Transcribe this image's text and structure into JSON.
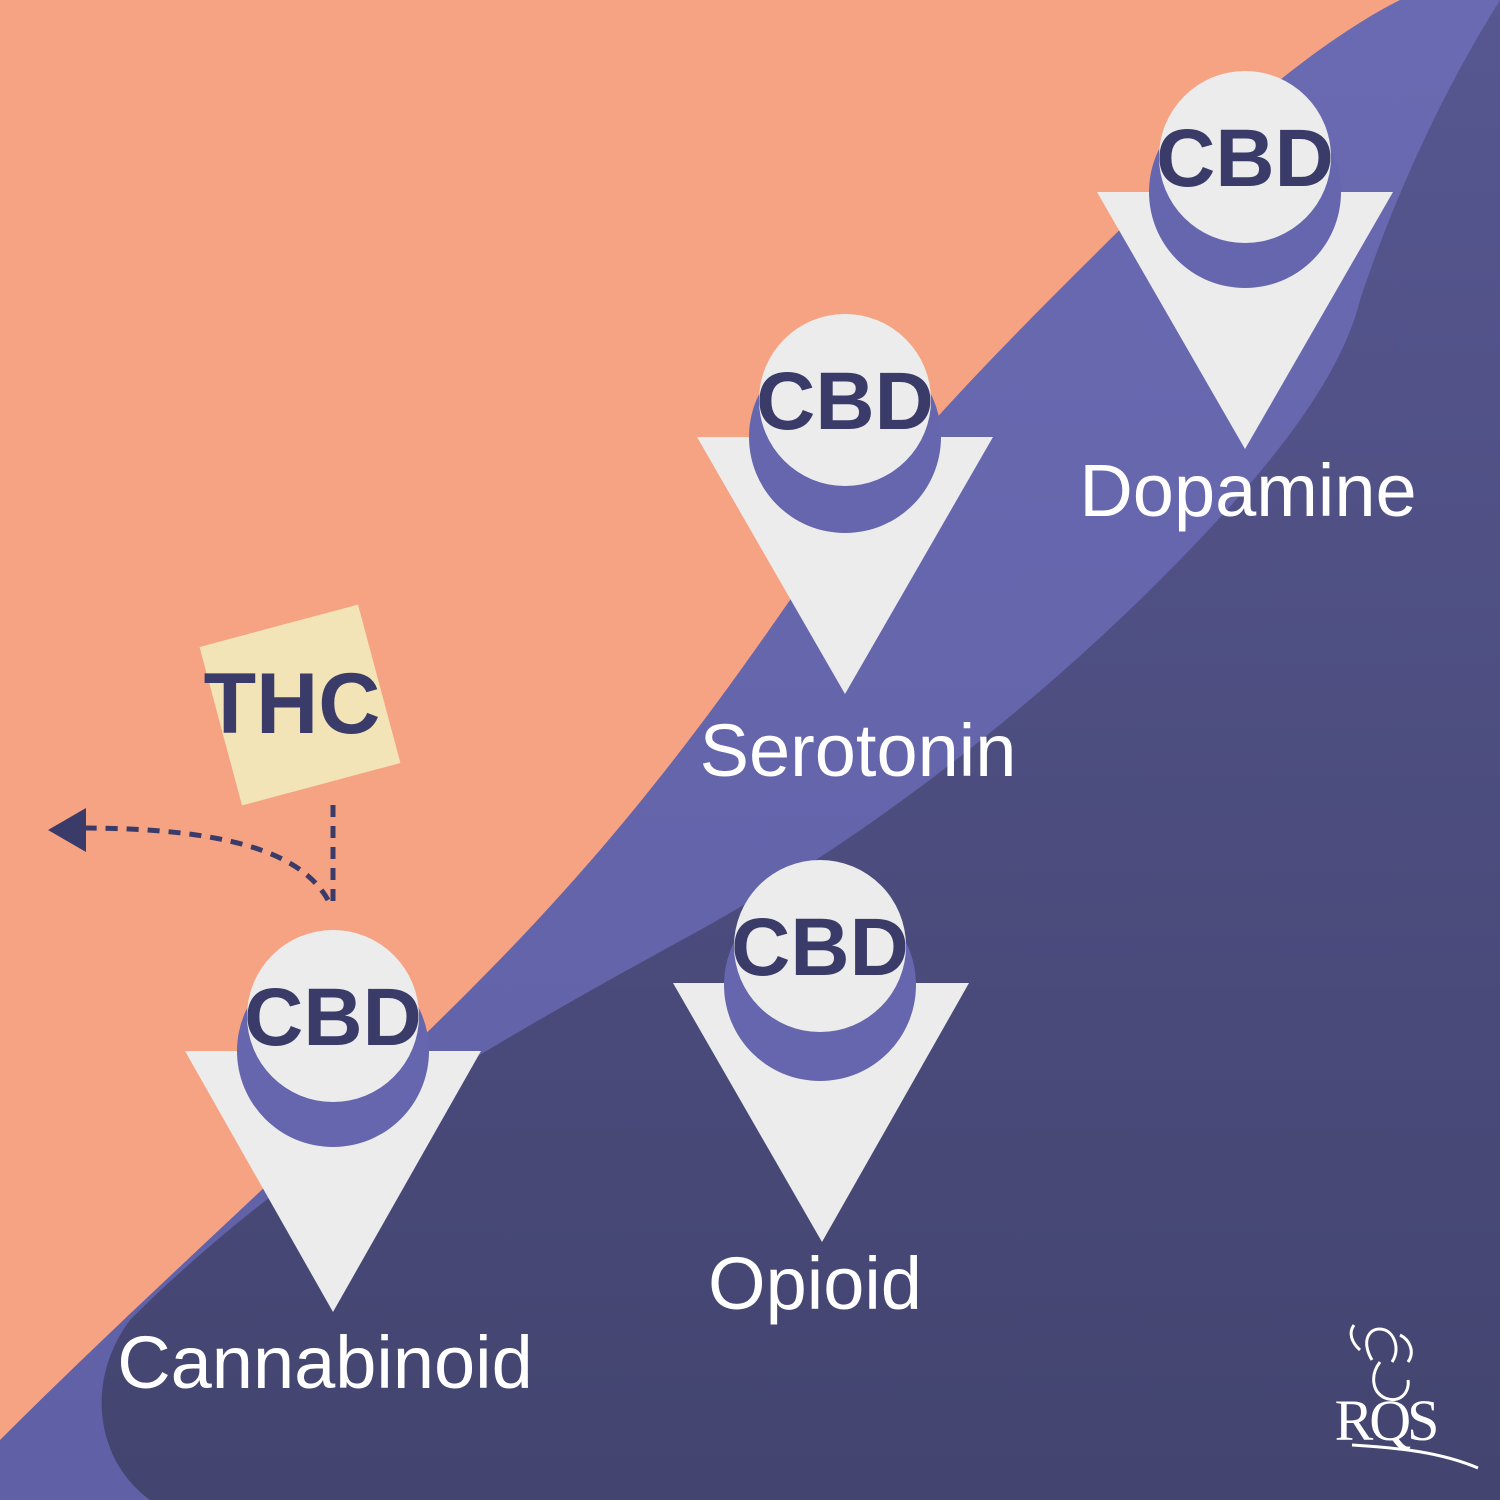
{
  "colors": {
    "background_top": "#f6a383",
    "band": "#6566ae",
    "band_dark": "#4c4c80",
    "receptor": "#ececec",
    "text_dark": "#3b3b69",
    "text_light": "#ffffff",
    "thc_card": "#f2e4b6"
  },
  "receptors": [
    {
      "label": "Cannabinoid",
      "ligand": "CBD"
    },
    {
      "label": "Opioid",
      "ligand": "CBD"
    },
    {
      "label": "Serotonin",
      "ligand": "CBD"
    },
    {
      "label": "Dopamine",
      "ligand": "CBD"
    }
  ],
  "thc": {
    "label": "THC"
  },
  "logo": {
    "text": "RQS"
  }
}
